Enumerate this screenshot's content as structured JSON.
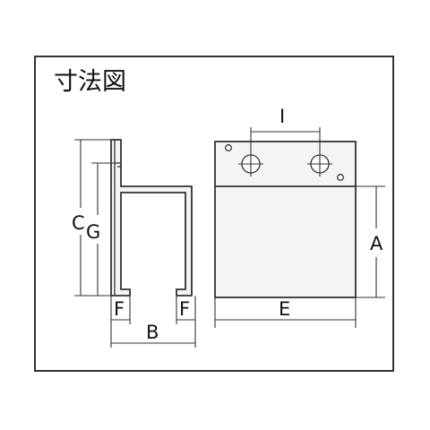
{
  "title": "寸法図",
  "labels": {
    "c": "C",
    "g": "G",
    "f_left": "F",
    "f_right": "F",
    "b": "B",
    "i": "I",
    "a": "A",
    "e": "E"
  }
}
